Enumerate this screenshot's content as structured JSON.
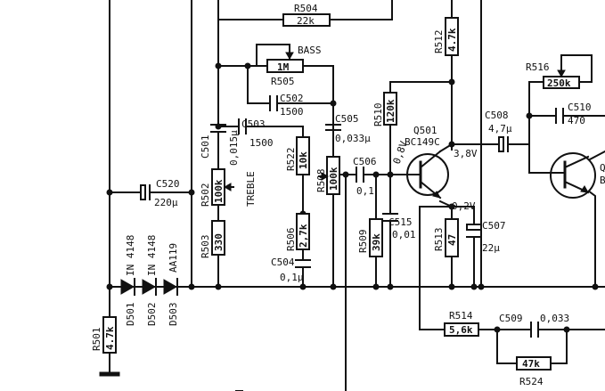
{
  "labels": {
    "r504_name": "R504",
    "r504_val": "22k",
    "bass": "BASS",
    "r505_val": "1M",
    "r505_name": "R505",
    "c502_name": "C502",
    "c502_val": "1500",
    "c503_name": "C503",
    "c503_val": "1500",
    "c505_name": "C505",
    "c505_val": "0,033μ",
    "c501_name": "C501",
    "c501_val": "0,015μ",
    "r502_name": "R502",
    "r502_val": "100k",
    "treble": "TREBLE",
    "r522_name": "R522",
    "r522_val": "10k",
    "r508_name": "R508",
    "r508_val": "100k",
    "c506_name": "C506",
    "c506_val": "0,1",
    "r512_name": "R512",
    "r512_val": "4.7k",
    "r510_name": "R510",
    "r510_val": "120k",
    "q501_name": "Q501",
    "q501_type": "BC149C",
    "v_08": "0,8V",
    "v_38": "3,8V",
    "v_02": "0,2V",
    "c508_name": "C508",
    "c508_val": "4,7μ",
    "r516_name": "R516",
    "r516_val": "250k",
    "c510_name": "C510",
    "c510_val": "470",
    "q_edge": "Q",
    "b_edge": "B",
    "c520_name": "C520",
    "c520_val": "220μ",
    "d501_type": "IN 4148",
    "d502_type": "IN 4148",
    "d503_type": "AA119",
    "d501_name": "D501",
    "d502_name": "D502",
    "d503_name": "D503",
    "r503_name": "R503",
    "r503_val": "330",
    "r506_name": "R506",
    "r506_val": "2,7k",
    "c504_name": "C504",
    "c504_val": "0,1μ",
    "r509_name": "R509",
    "r509_val": "39k",
    "c515_name": "C515",
    "c515_val": "0,01",
    "r513_name": "R513",
    "r513_val": "47",
    "c507_name": "C507",
    "c507_val": "22μ",
    "r501_name": "R501",
    "r501_val": "4.7k",
    "r514_name": "R514",
    "r514_val": "5,6k",
    "c509_name": "C509",
    "c509_val": "0,033",
    "r524_val": "47k",
    "r524_name": "R524"
  }
}
